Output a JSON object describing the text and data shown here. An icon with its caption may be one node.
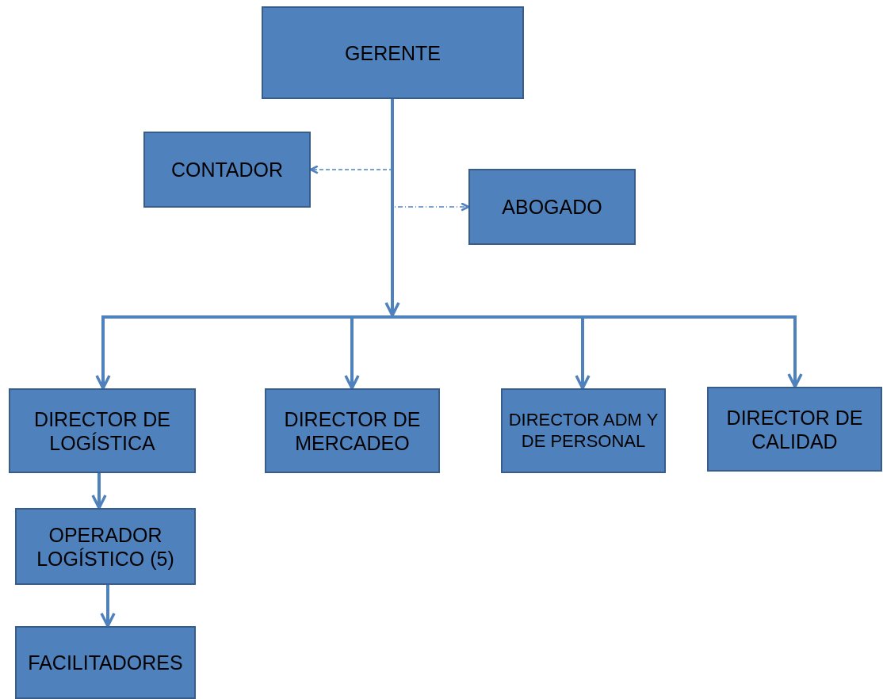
{
  "diagram": {
    "nodes": [
      {
        "text": [
          "GERENTE"
        ]
      },
      {
        "text": [
          "CONTADOR"
        ]
      },
      {
        "text": [
          "ABOGADO"
        ]
      },
      {
        "text": [
          "DIRECTOR DE LOGÍSTICA"
        ]
      },
      {
        "text": [
          "DIRECTOR DE MERCADEO"
        ]
      },
      {
        "text": [
          "DIRECTOR ADM Y DE PERSONAL"
        ]
      },
      {
        "text": [
          "DIRECTOR DE CALIDAD"
        ]
      },
      {
        "text": [
          "OPERADOR LOGÍSTICO (5)"
        ]
      },
      {
        "text": [
          "FACILITADORES"
        ]
      }
    ],
    "edges": [
      {
        "from": 0,
        "to": 1,
        "arrow": "to",
        "style": "dashed"
      },
      {
        "from": 0,
        "to": 2,
        "arrow": "to",
        "style": "dashed"
      },
      {
        "from": 0,
        "to": 3,
        "arrow": "to"
      },
      {
        "from": 0,
        "to": 4,
        "arrow": "to"
      },
      {
        "from": 0,
        "to": 5,
        "arrow": "to"
      },
      {
        "from": 0,
        "to": 6,
        "arrow": "to"
      },
      {
        "from": 3,
        "to": 7,
        "arrow": "to"
      },
      {
        "from": 7,
        "to": 8,
        "arrow": "to"
      }
    ]
  }
}
